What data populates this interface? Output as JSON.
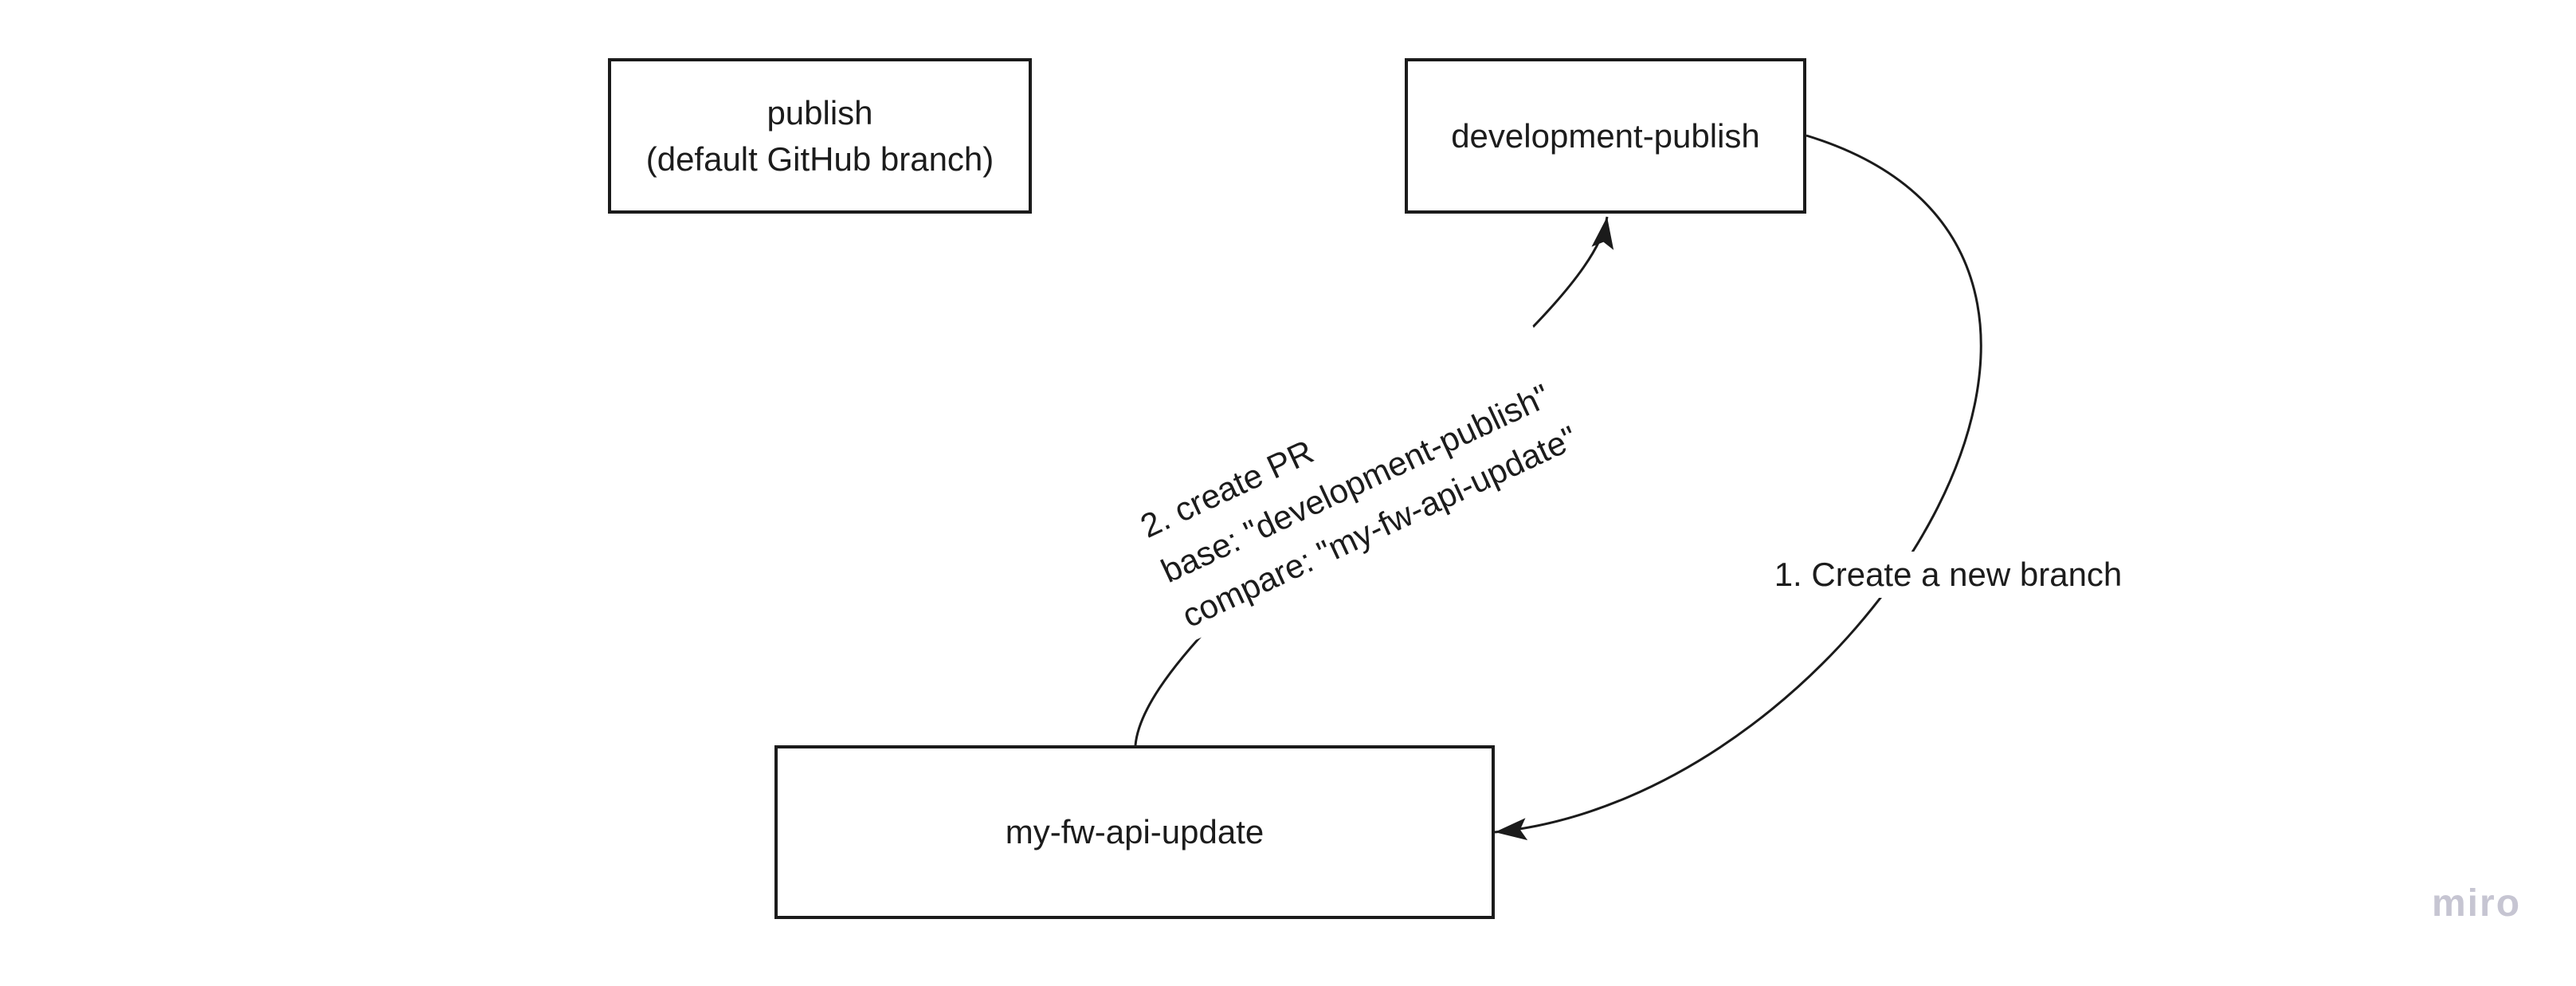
{
  "theme": {
    "canvas-bg": "#ffffff",
    "stroke-color": "#1b1b1b",
    "text-color": "#1c1c1c",
    "watermark-color": "#c6c5d2"
  },
  "nodes": {
    "publish": {
      "line1": "publish",
      "line2": "(default GitHub branch)"
    },
    "development_publish": {
      "label": "development-publish"
    },
    "my_fw_api_update": {
      "label": "my-fw-api-update"
    }
  },
  "connectors": {
    "create_branch": {
      "label": "1. Create a new branch"
    },
    "create_pr": {
      "line1": "2. create PR",
      "line2": "base: \"development-publish\"",
      "line3": "compare: \"my-fw-api-update\""
    }
  },
  "watermark": {
    "label": "miro"
  }
}
